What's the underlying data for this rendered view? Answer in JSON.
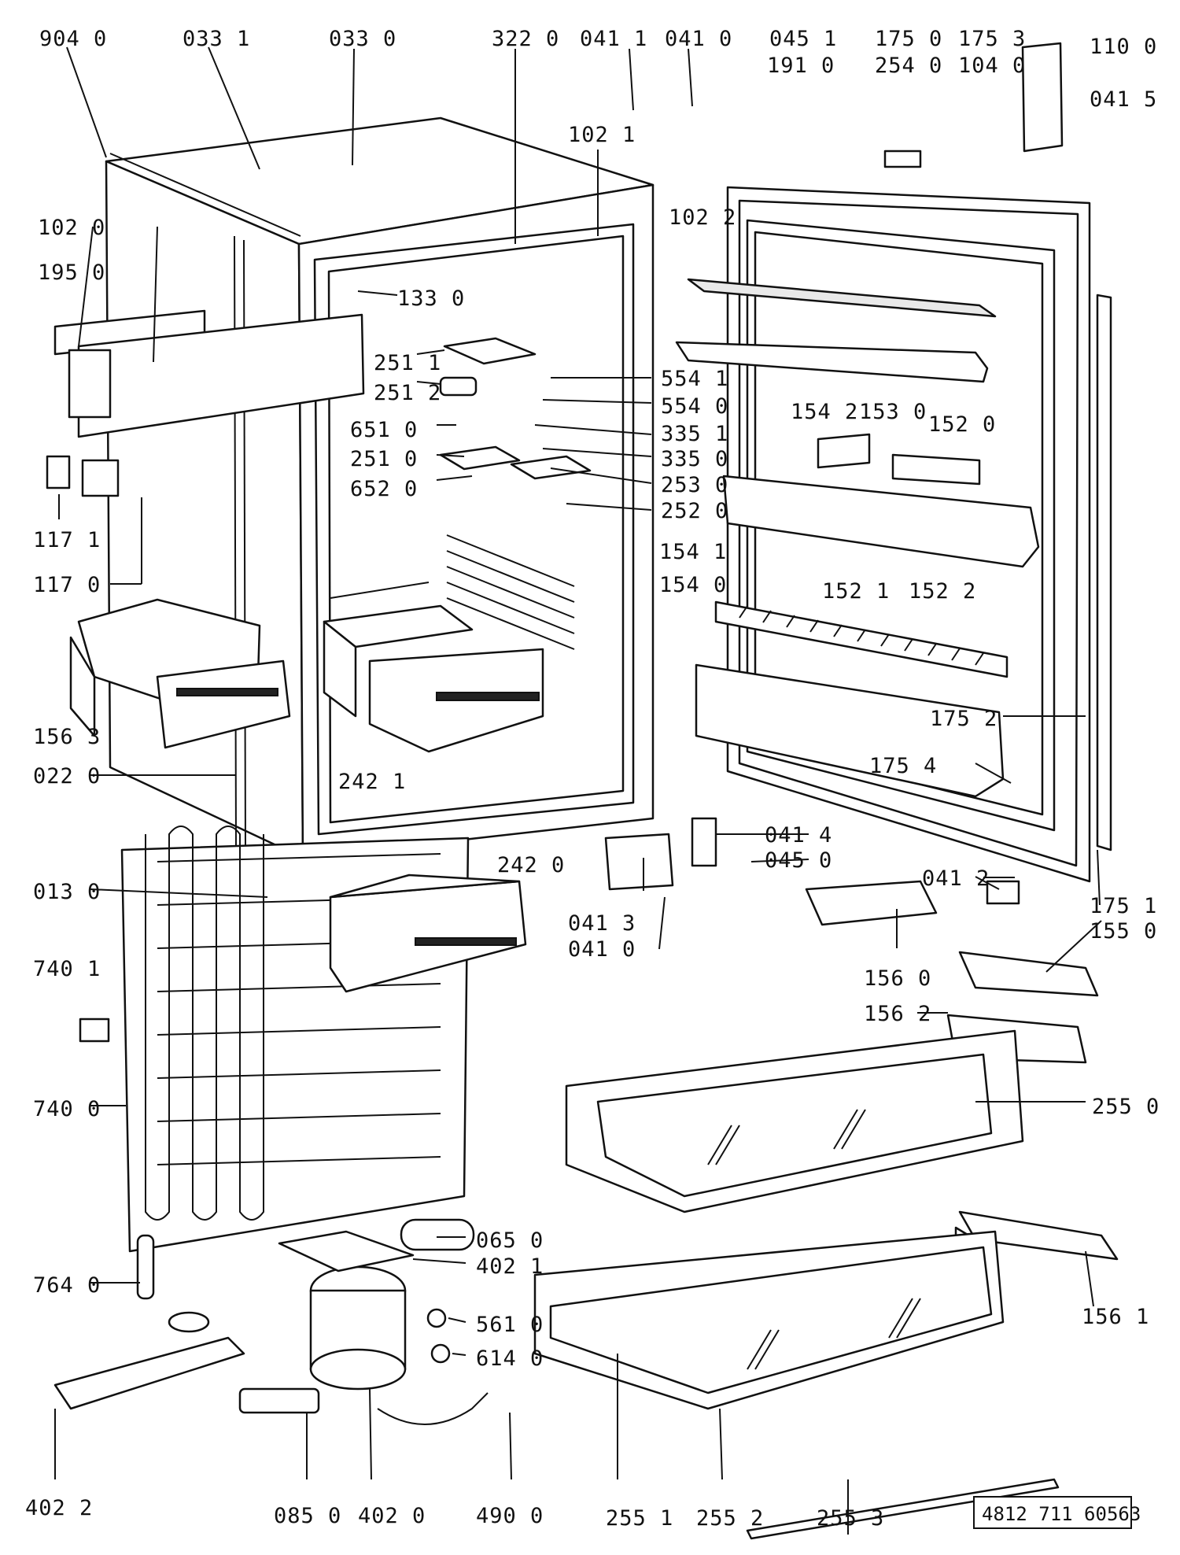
{
  "document_number": "4812 711 60563",
  "labels": {
    "l9040": "904 0",
    "l0331": "033 1",
    "l0330": "033 0",
    "l3220": "322 0",
    "l0411": "041 1",
    "l0410a": "041 0",
    "l0451": "045 1",
    "l1750": "175 0",
    "l1753": "175 3",
    "l1100": "110 0",
    "l1910": "191 0",
    "l2540": "254 0",
    "l1040": "104 0",
    "l0415": "041 5",
    "l1021": "102 1",
    "l1020": "102 0",
    "l1022": "102 2",
    "l1950": "195 0",
    "l1330": "133 0",
    "l2511": "251 1",
    "l2512": "251 2",
    "l6510": "651 0",
    "l2510": "251 0",
    "l6520": "652 0",
    "l5541": "554 1",
    "l5540": "554 0",
    "l3351": "335 1",
    "l3350": "335 0",
    "l2530": "253 0",
    "l2520": "252 0",
    "l1542": "154 2",
    "l1530": "153 0",
    "l1520": "152 0",
    "l1171": "117 1",
    "l1170": "117 0",
    "l1541": "154 1",
    "l1540": "154 0",
    "l1521": "152 1",
    "l1522": "152 2",
    "l1563": "156 3",
    "l0220": "022 0",
    "l2421": "242 1",
    "l1752": "175 2",
    "l1754": "175 4",
    "l0414": "041 4",
    "l0450": "045 0",
    "l0130": "013 0",
    "l2420": "242 0",
    "l0412": "041 2",
    "l1751": "175 1",
    "l0413": "041 3",
    "l0410b": "041 0",
    "l1550": "155 0",
    "l1560": "156 0",
    "l7401": "740 1",
    "l1562": "156 2",
    "l7400": "740 0",
    "l2550": "255 0",
    "l0650": "065 0",
    "l4021": "402 1",
    "l7640": "764 0",
    "l1561": "156 1",
    "l5610": "561 0",
    "l6140": "614 0",
    "l4022": "402 2",
    "l0850": "085 0",
    "l4020": "402 0",
    "l4900": "490 0",
    "l2551": "255 1",
    "l2552": "255 2",
    "l2553": "255 3"
  }
}
